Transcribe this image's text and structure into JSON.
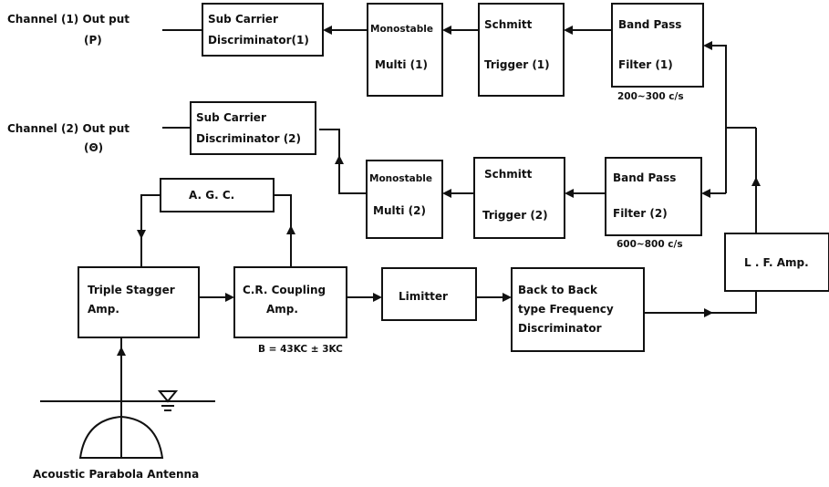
{
  "blocks": {
    "sub_carrier_1": [
      "Sub Carrier",
      "Discriminator(1)"
    ],
    "monostable_1": [
      "Monostable",
      "Multi (1)"
    ],
    "schmitt_1": [
      "Schmitt",
      "Trigger (1)"
    ],
    "bpf_1": [
      "Band Pass",
      "Filter (1)"
    ],
    "sub_carrier_2": [
      "Sub Carrier",
      "Discriminator (2)"
    ],
    "monostable_2": [
      "Monostable",
      "Multi (2)"
    ],
    "schmitt_2": [
      "Schmitt",
      "Trigger (2)"
    ],
    "bpf_2": [
      "Band Pass",
      "Filter (2)"
    ],
    "agc": [
      "A. G. C."
    ],
    "triple_stagger": [
      "Triple Stagger",
      "Amp."
    ],
    "cr_coupling": [
      "C.R. Coupling",
      "Amp."
    ],
    "limitter": [
      "Limitter"
    ],
    "back_to_back": [
      "Back to Back",
      "type Frequency",
      "Discriminator"
    ],
    "lf_amp": [
      "L . F. Amp."
    ]
  },
  "labels": {
    "channel1": [
      "Channel  (1)  Out put",
      "(P)"
    ],
    "channel2": [
      "Channel  (2)  Out put",
      "(Θ)"
    ],
    "bpf1_range": "200~300 c/s",
    "bpf2_range": "600~800 c/s",
    "bandwidth": "B = 43KC ± 3KC",
    "antenna": "Acoustic Parabola Antenna"
  }
}
